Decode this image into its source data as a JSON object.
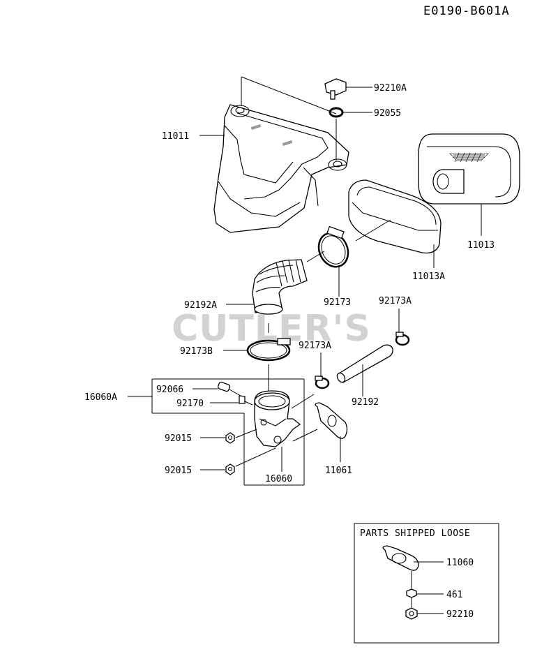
{
  "diagram_code": "E0190-B601A",
  "watermark": "CUTLER'S",
  "parts_box": {
    "title": "PARTS SHIPPED LOOSE",
    "labels": [
      "11060",
      "461",
      "92210"
    ]
  },
  "labels": {
    "p92210A": "92210A",
    "p92055": "92055",
    "p11011": "11011",
    "p11013": "11013",
    "p11013A": "11013A",
    "p92173": "92173",
    "p92192A": "92192A",
    "p92173A_top": "92173A",
    "p92173B": "92173B",
    "p92173A_mid": "92173A",
    "p92192": "92192",
    "p16060A": "16060A",
    "p92066": "92066",
    "p92170": "92170",
    "p92015_a": "92015",
    "p92015_b": "92015",
    "p16060": "16060",
    "p11061": "11061"
  }
}
